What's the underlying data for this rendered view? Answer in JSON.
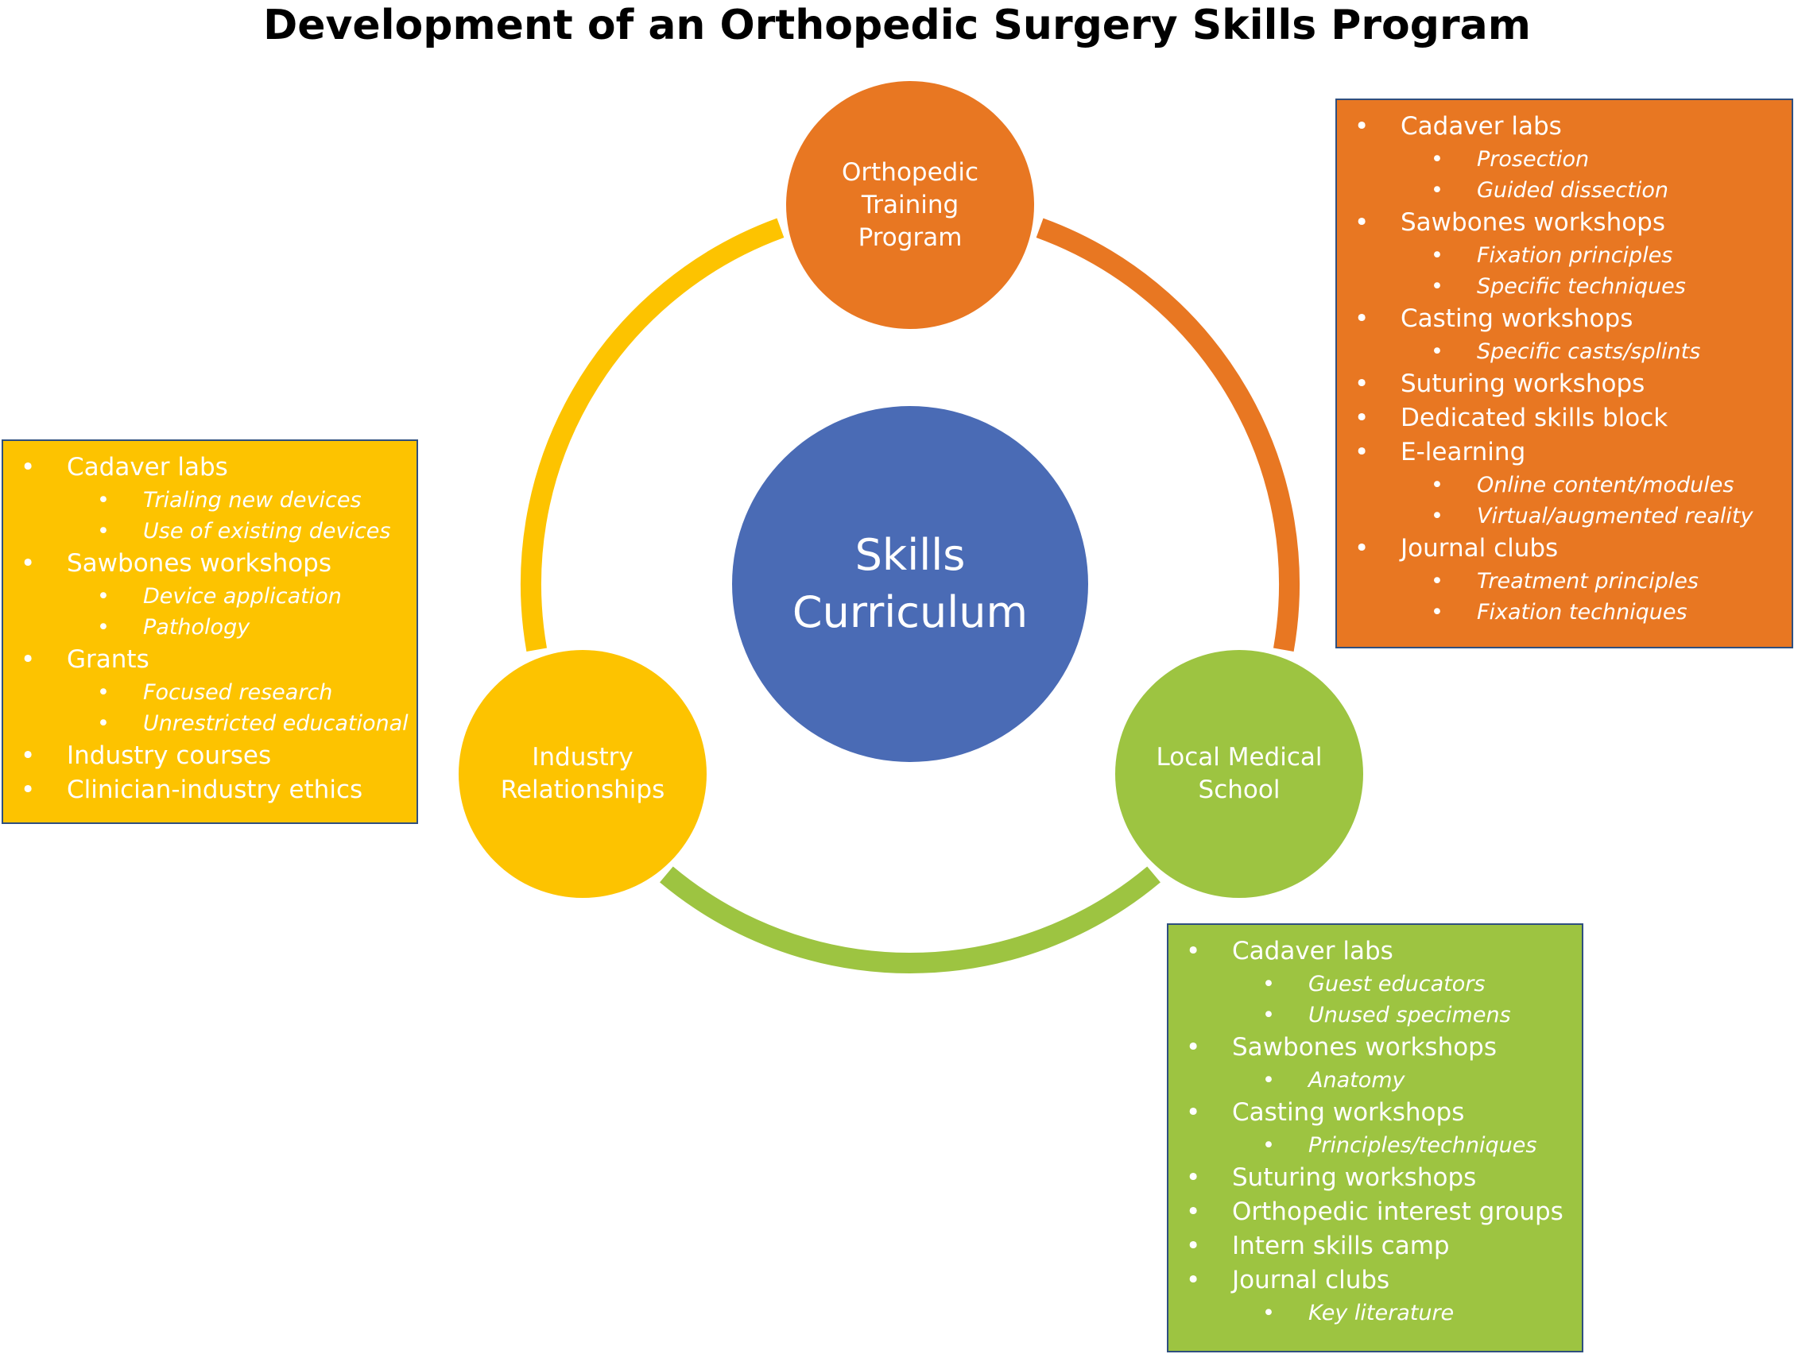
{
  "title": "Development of an Orthopedic Surgery Skills Program",
  "colors": {
    "orange": "#E87722",
    "yellow": "#FDC300",
    "green": "#9DC441",
    "blue": "#4A6BB5",
    "box_border": "#2F4F7F"
  },
  "center": {
    "label": "Skills\nCurriculum"
  },
  "nodes": {
    "top": {
      "label": "Orthopedic\nTraining\nProgram"
    },
    "left": {
      "label": "Industry\nRelationships"
    },
    "right": {
      "label": "Local Medical\nSchool"
    }
  },
  "boxes": {
    "orange": {
      "items": [
        {
          "label": "Cadaver labs",
          "sub": [
            "Prosection",
            "Guided dissection"
          ]
        },
        {
          "label": "Sawbones workshops",
          "sub": [
            "Fixation principles",
            "Specific techniques"
          ]
        },
        {
          "label": "Casting workshops",
          "sub": [
            "Specific casts/splints"
          ]
        },
        {
          "label": "Suturing workshops",
          "sub": []
        },
        {
          "label": "Dedicated skills block",
          "sub": []
        },
        {
          "label": "E-learning",
          "sub": [
            "Online content/modules",
            "Virtual/augmented reality"
          ]
        },
        {
          "label": "Journal clubs",
          "sub": [
            "Treatment principles",
            "Fixation techniques"
          ]
        }
      ]
    },
    "yellow": {
      "items": [
        {
          "label": "Cadaver labs",
          "sub": [
            "Trialing new devices",
            "Use of existing devices"
          ]
        },
        {
          "label": "Sawbones workshops",
          "sub": [
            "Device application",
            "Pathology"
          ]
        },
        {
          "label": "Grants",
          "sub": [
            "Focused research",
            "Unrestricted educational"
          ]
        },
        {
          "label": "Industry courses",
          "sub": []
        },
        {
          "label": "Clinician-industry ethics",
          "sub": []
        }
      ]
    },
    "green": {
      "items": [
        {
          "label": "Cadaver labs",
          "sub": [
            "Guest educators",
            "Unused specimens"
          ]
        },
        {
          "label": "Sawbones workshops",
          "sub": [
            "Anatomy"
          ]
        },
        {
          "label": "Casting workshops",
          "sub": [
            "Principles/techniques"
          ]
        },
        {
          "label": "Suturing workshops",
          "sub": []
        },
        {
          "label": "Orthopedic interest groups",
          "sub": []
        },
        {
          "label": "Intern skills camp",
          "sub": []
        },
        {
          "label": "Journal clubs",
          "sub": [
            "Key literature"
          ]
        }
      ]
    }
  }
}
